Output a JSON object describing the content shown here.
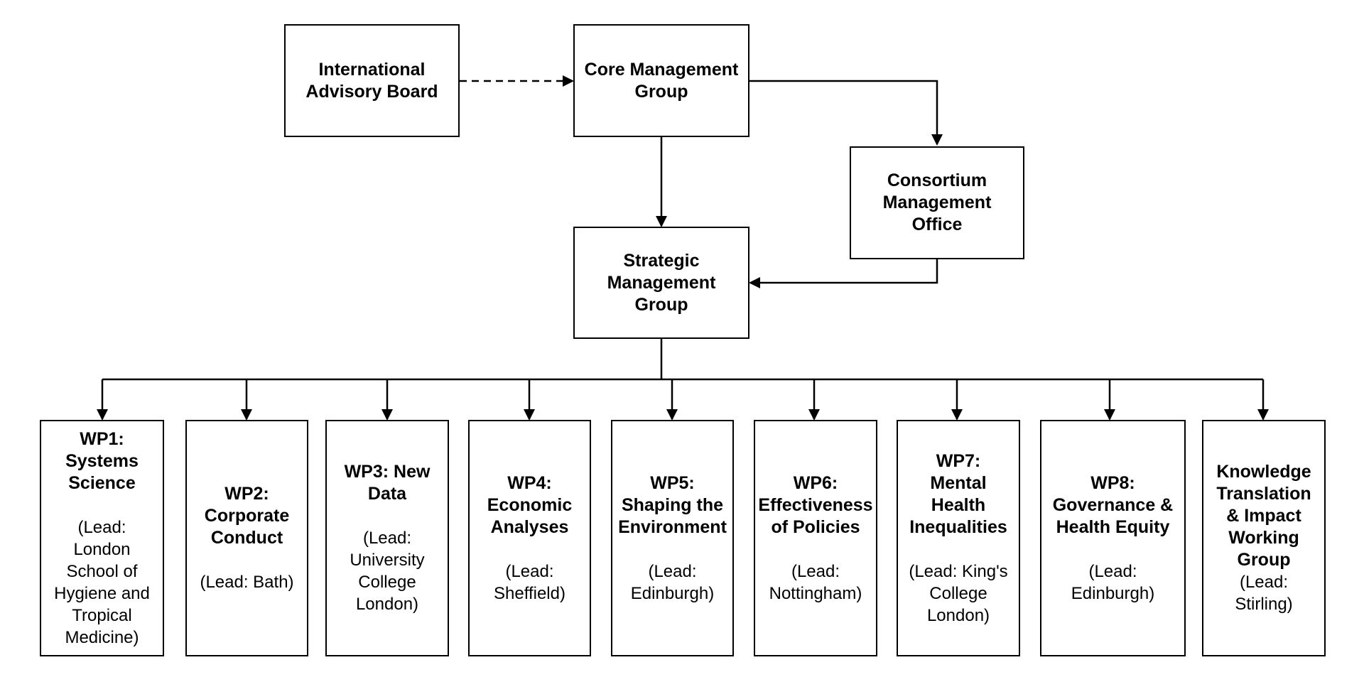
{
  "diagram": {
    "top_boxes": {
      "advisory_board": "International\nAdvisory Board",
      "core_management": "Core Management\nGroup",
      "consortium_office": "Consortium\nManagement\nOffice",
      "strategic_management": "Strategic\nManagement\nGroup"
    },
    "work_packages": [
      {
        "title": "WP1:\nSystems\nScience",
        "lead": "(Lead:\nLondon\nSchool of\nHygiene and\nTropical\nMedicine)"
      },
      {
        "title": "WP2:\nCorporate\nConduct",
        "lead": "(Lead: Bath)"
      },
      {
        "title": "WP3: New\nData",
        "lead": "(Lead:\nUniversity\nCollege\nLondon)"
      },
      {
        "title": "WP4:\nEconomic\nAnalyses",
        "lead": "(Lead:\nSheffield)"
      },
      {
        "title": "WP5:\nShaping the\nEnvironment",
        "lead": "(Lead:\nEdinburgh)"
      },
      {
        "title": "WP6:\nEffectiveness\nof Policies",
        "lead": "(Lead:\nNottingham)"
      },
      {
        "title": "WP7:\nMental\nHealth\nInequalities",
        "lead": "(Lead: King's\nCollege\nLondon)"
      },
      {
        "title": "WP8:\nGovernance &\nHealth Equity",
        "lead": "(Lead:\nEdinburgh)"
      },
      {
        "title": "Knowledge\nTranslation\n& Impact\nWorking\nGroup",
        "lead": "(Lead:\nStirling)"
      }
    ]
  }
}
